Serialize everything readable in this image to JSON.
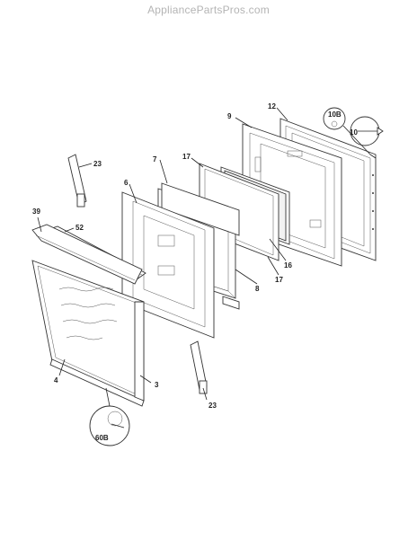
{
  "watermark": "AppliancePartsPros.com",
  "callouts": {
    "c9": "9",
    "c12": "12",
    "c10b": "10B",
    "c10": "10",
    "c7": "7",
    "c17a": "17",
    "c6": "6",
    "c23a": "23",
    "c39": "39",
    "c52": "52",
    "c16": "16",
    "c8": "8",
    "c17b": "17",
    "c4": "4",
    "c3": "3",
    "c23b": "23",
    "c60b": "60B"
  }
}
